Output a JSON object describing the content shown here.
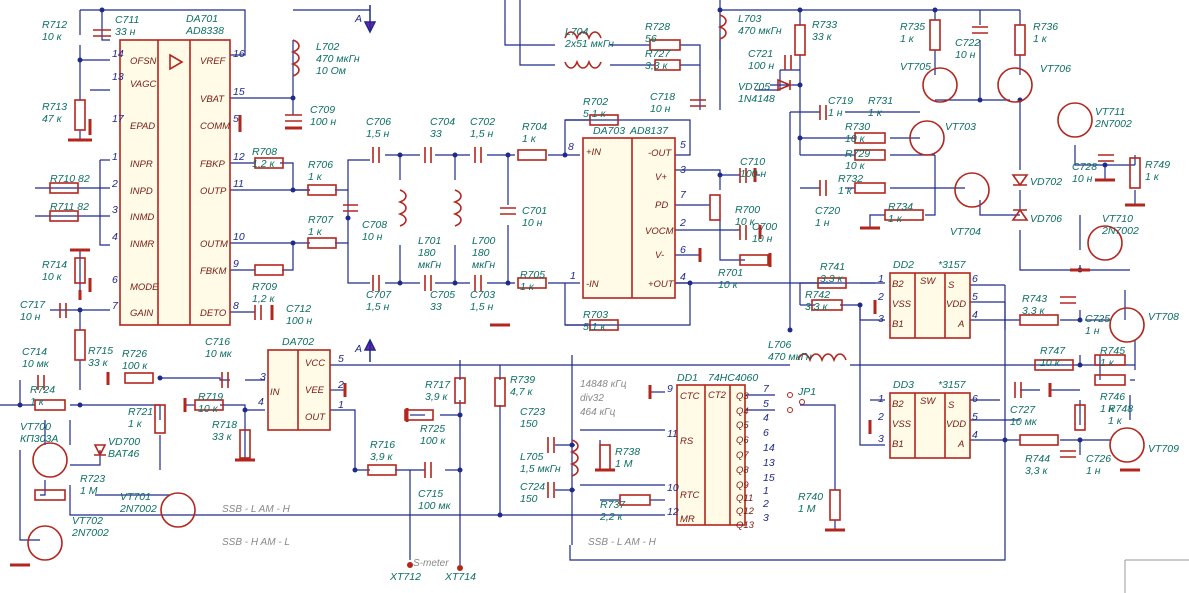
{
  "ics": {
    "da701": {
      "ref": "DA701",
      "name": "AD8338",
      "pins_left": [
        {
          "num": "14",
          "name": "OFSN"
        },
        {
          "num": "13",
          "name": "VAGC"
        },
        {
          "num": "17",
          "name": "EPAD"
        },
        {
          "num": "1",
          "name": "INPR"
        },
        {
          "num": "2",
          "name": "INPD"
        },
        {
          "num": "3",
          "name": "INMD"
        },
        {
          "num": "4",
          "name": "INMR"
        },
        {
          "num": "6",
          "name": "MODE"
        },
        {
          "num": "7",
          "name": "GAIN"
        }
      ],
      "pins_right": [
        {
          "num": "16",
          "name": "VREF"
        },
        {
          "num": "15",
          "name": "VBAT"
        },
        {
          "num": "5",
          "name": "COMM"
        },
        {
          "num": "12",
          "name": "FBKP"
        },
        {
          "num": "11",
          "name": "OUTP"
        },
        {
          "num": "10",
          "name": "OUTM"
        },
        {
          "num": "9",
          "name": "FBKM"
        },
        {
          "num": "8",
          "name": "DETO"
        }
      ]
    },
    "da702": {
      "ref": "DA702",
      "pins": [
        {
          "num": "3",
          "name": "IN"
        },
        {
          "num": "4",
          "name": ""
        },
        {
          "num": "5",
          "name": "VCC"
        },
        {
          "num": "2",
          "name": "VEE"
        },
        {
          "num": "1",
          "name": "OUT"
        }
      ]
    },
    "da703": {
      "ref": "DA703",
      "name": "AD8137",
      "pins": [
        {
          "num": "8",
          "name": "+IN"
        },
        {
          "num": "1",
          "name": "-IN"
        },
        {
          "num": "5",
          "name": "-OUT"
        },
        {
          "num": "3",
          "name": "V+"
        },
        {
          "num": "7",
          "name": "PD"
        },
        {
          "num": "2",
          "name": "VOCM"
        },
        {
          "num": "6",
          "name": "V-"
        },
        {
          "num": "4",
          "name": "+OUT"
        }
      ]
    },
    "dd1": {
      "ref": "DD1",
      "name": "74HC4060",
      "block": "CT2",
      "pins_left": [
        {
          "num": "9",
          "name": "CTC"
        },
        {
          "num": "11",
          "name": "RS"
        },
        {
          "num": "10",
          "name": "RTC"
        },
        {
          "num": "12",
          "name": "MR"
        }
      ],
      "pins_right": [
        {
          "num": "7",
          "name": "Q3"
        },
        {
          "num": "5",
          "name": "Q4"
        },
        {
          "num": "4",
          "name": "Q5"
        },
        {
          "num": "6",
          "name": "Q6"
        },
        {
          "num": "14",
          "name": "Q7"
        },
        {
          "num": "13",
          "name": "Q8"
        },
        {
          "num": "15",
          "name": "Q9"
        },
        {
          "num": "1",
          "name": "Q11"
        },
        {
          "num": "2",
          "name": "Q12"
        },
        {
          "num": "3",
          "name": "Q13"
        }
      ]
    },
    "dd2": {
      "ref": "DD2",
      "name": "*3157",
      "block": "SW",
      "pins": [
        {
          "num": "1",
          "name": "B2"
        },
        {
          "num": "2",
          "name": "VSS"
        },
        {
          "num": "3",
          "name": "B1"
        },
        {
          "num": "6",
          "name": "S"
        },
        {
          "num": "5",
          "name": "VDD"
        },
        {
          "num": "4",
          "name": "A"
        }
      ]
    },
    "dd3": {
      "ref": "DD3",
      "name": "*3157",
      "block": "SW",
      "pins": [
        {
          "num": "1",
          "name": "B2"
        },
        {
          "num": "2",
          "name": "VSS"
        },
        {
          "num": "3",
          "name": "B1"
        },
        {
          "num": "6",
          "name": "S"
        },
        {
          "num": "5",
          "name": "VDD"
        },
        {
          "num": "4",
          "name": "A"
        }
      ]
    }
  },
  "labels": {
    "R712": [
      "R712",
      "10 к"
    ],
    "C711": [
      "C711",
      "33 н"
    ],
    "R713": [
      "R713",
      "47 к"
    ],
    "R710": [
      "R710 82",
      ""
    ],
    "R711": [
      "R711 82",
      ""
    ],
    "R714": [
      "R714",
      "10 к"
    ],
    "C717": [
      "C717",
      "10 н"
    ],
    "C714": [
      "C714",
      "10 мк"
    ],
    "R715": [
      "R715",
      "33 к"
    ],
    "R724": [
      "R724",
      "1 к"
    ],
    "VT700": [
      "VT700",
      "КП303А"
    ],
    "VD700": [
      "VD700",
      "BAT46"
    ],
    "R723": [
      "R723",
      "1 М"
    ],
    "VT701": [
      "VT701",
      "2N7002"
    ],
    "VT702": [
      "VT702",
      "2N7002"
    ],
    "L702": [
      "L702",
      "470 мкГн",
      "10 Ом"
    ],
    "C709": [
      "C709",
      "100 н"
    ],
    "R706": [
      "R706",
      "1 к"
    ],
    "R707": [
      "R707",
      "1 к"
    ],
    "R708": [
      "R708",
      "1,2 к"
    ],
    "R709": [
      "R709",
      "1,2 к"
    ],
    "C712": [
      "C712",
      "100 н"
    ],
    "C706": [
      "C706",
      "1,5 н"
    ],
    "C704": [
      "C704",
      "33"
    ],
    "C702": [
      "C702",
      "1,5 н"
    ],
    "C708": [
      "C708",
      "10 н"
    ],
    "L701": [
      "L701",
      "180",
      "мкГн"
    ],
    "L700": [
      "L700",
      "180",
      "мкГн"
    ],
    "C701": [
      "C701",
      "10 н"
    ],
    "C707": [
      "C707",
      "1,5 н"
    ],
    "C705": [
      "C705",
      "33"
    ],
    "C703": [
      "C703",
      "1,5 н"
    ],
    "R704": [
      "R704",
      "1 к"
    ],
    "R705": [
      "R705",
      "1 к"
    ],
    "R702": [
      "R702",
      "5,1 к"
    ],
    "R703": [
      "R703",
      "5,1 к"
    ],
    "L704": [
      "L704",
      "2х51 мкГн"
    ],
    "R728": [
      "R728",
      "56"
    ],
    "R727": [
      "R727",
      "3,3 к"
    ],
    "C718": [
      "C718",
      "10 н"
    ],
    "L703": [
      "L703",
      "470 мкГн"
    ],
    "C721": [
      "C721",
      "100 н"
    ],
    "VD705": [
      "VD705",
      "1N4148"
    ],
    "C710": [
      "C710",
      "100 н"
    ],
    "R700": [
      "R700",
      "10 к"
    ],
    "C700": [
      "C700",
      "10 н"
    ],
    "R701": [
      "R701",
      "10 к"
    ],
    "R733": [
      "R733",
      "33 к"
    ],
    "C719": [
      "C719",
      "1 н"
    ],
    "R731": [
      "R731",
      "1 к"
    ],
    "R730": [
      "R730",
      "10 к"
    ],
    "R729": [
      "R729",
      "10 к"
    ],
    "R732": [
      "R732",
      "1 к"
    ],
    "C720": [
      "C720",
      "1 н"
    ],
    "R734": [
      "R734",
      "1 к"
    ],
    "R735": [
      "R735",
      "1 к"
    ],
    "C722": [
      "C722",
      "10 н"
    ],
    "R736": [
      "R736",
      "1 к"
    ],
    "VT705": [
      "VT705"
    ],
    "VT706": [
      "VT706"
    ],
    "VT703": [
      "VT703"
    ],
    "VT704": [
      "VT704"
    ],
    "VT711": [
      "VT711",
      "2N7002"
    ],
    "C728": [
      "C728",
      "10 н"
    ],
    "R749": [
      "R749",
      "1 к"
    ],
    "VD702": [
      "VD702"
    ],
    "VD706": [
      "VD706"
    ],
    "VT710": [
      "VT710",
      "2N7002"
    ],
    "R741": [
      "R741",
      "3,3 к"
    ],
    "R742": [
      "R742",
      "3,3 к"
    ],
    "R743": [
      "R743",
      "3,3 к"
    ],
    "C725": [
      "C725",
      "1 н"
    ],
    "VT708": [
      "VT708"
    ],
    "L706": [
      "L706",
      "470 мкГн"
    ],
    "R747": [
      "R747",
      "10 к"
    ],
    "R745": [
      "R745",
      "1 к"
    ],
    "R746": [
      "R746",
      "1 к"
    ],
    "C727": [
      "C727",
      "10 мк"
    ],
    "R748": [
      "R748",
      "1 к"
    ],
    "R744": [
      "R744",
      "3,3 к"
    ],
    "C726": [
      "C726",
      "1 н"
    ],
    "VT709": [
      "VT709"
    ],
    "C716": [
      "C716",
      "10 мк"
    ],
    "R726": [
      "R726",
      "100 к"
    ],
    "R721": [
      "R721",
      "1 к"
    ],
    "R719": [
      "R719",
      "10 к"
    ],
    "R718": [
      "R718",
      "33 к"
    ],
    "R717": [
      "R717",
      "3,9 к"
    ],
    "R725": [
      "R725",
      "100 к"
    ],
    "R739": [
      "R739",
      "4,7 к"
    ],
    "R716": [
      "R716",
      "3,9 к"
    ],
    "C715": [
      "C715",
      "100 мк"
    ],
    "C723": [
      "C723",
      "150"
    ],
    "L705": [
      "L705",
      "1,5 мкГн"
    ],
    "C724": [
      "C724",
      "150"
    ],
    "R738": [
      "R738",
      "1 М"
    ],
    "R737": [
      "R737",
      "2,2 к"
    ],
    "R740": [
      "R740",
      "1 М"
    ],
    "JP1": [
      "JP1"
    ],
    "XT712": [
      "XT712"
    ],
    "XT714": [
      "XT714"
    ]
  },
  "notes": {
    "freq1": "14848 кГц",
    "div": "div32",
    "freq2": "464 кГц",
    "ssb_l_am_h_1": "SSB - L  AM - H",
    "ssb_h_am_l": "SSB - H  AM - L",
    "ssb_l_am_h_2": "SSB - L  AM - H",
    "smeter": "S-meter",
    "netA_1": "A",
    "netA_2": "A"
  }
}
